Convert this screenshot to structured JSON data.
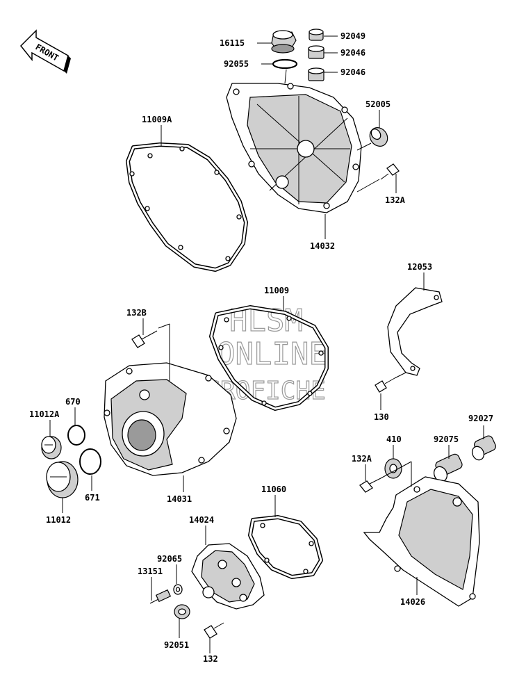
{
  "front_label": "FRONT",
  "watermark": [
    "HLSM",
    "ONLINE",
    "MICROFICHE"
  ],
  "parts": {
    "p16115": "16115",
    "p92055": "92055",
    "p92049": "92049",
    "p92046a": "92046",
    "p92046b": "92046",
    "p11009A": "11009A",
    "p52005": "52005",
    "p132A_top": "132A",
    "p14032": "14032",
    "p12053": "12053",
    "p11009": "11009",
    "p132B": "132B",
    "p130": "130",
    "p92027": "92027",
    "p410": "410",
    "p92075": "92075",
    "p132A_bottom": "132A",
    "p670": "670",
    "p11012A": "11012A",
    "p671": "671",
    "p11012": "11012",
    "p14031": "14031",
    "p11060": "11060",
    "p14024": "14024",
    "p92065": "92065",
    "p13151": "13151",
    "p92051": "92051",
    "p132": "132",
    "p14026": "14026"
  }
}
